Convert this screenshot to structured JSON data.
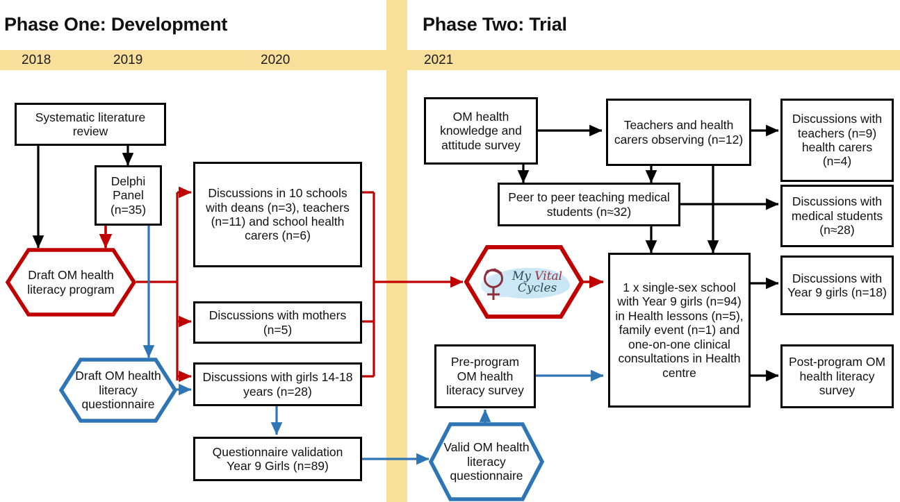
{
  "figure": {
    "type": "flowchart",
    "title": "My Vital Cycles program development and trial flow"
  },
  "colors": {
    "band": "#F9E09A",
    "red": "#C00000",
    "blue": "#2E75B6",
    "black": "#000000",
    "logo_blue": "#BEE2F2",
    "logo_maroon": "#9B2F3B"
  },
  "phases": [
    {
      "id": "phase-one",
      "title": "Phase One: Development",
      "years": [
        "2018",
        "2019",
        "2020"
      ]
    },
    {
      "id": "phase-two",
      "title": "Phase Two: Trial",
      "years": [
        "2021"
      ]
    }
  ],
  "years": {
    "y2018": "2018",
    "y2019": "2019",
    "y2020": "2020",
    "y2021": "2021"
  },
  "logo": {
    "name": "my-vital-cycles-logo",
    "line1_a": "My ",
    "line1_b": "Vital",
    "line2": "Cycles"
  },
  "nodes": {
    "sys_review": {
      "label": "Systematic literature review"
    },
    "delphi": {
      "label": "Delphi Panel (n=35)"
    },
    "draft_prog": {
      "label": "Draft OM health literacy program"
    },
    "draft_quest": {
      "label": "Draft OM health literacy questionnaire"
    },
    "disc_schools": {
      "label": "Discussions in 10 schools with deans (n=3), teachers (n=11) and school health carers (n=6)"
    },
    "disc_mothers": {
      "label": "Discussions with mothers (n=5)"
    },
    "disc_girls": {
      "label": "Discussions with girls 14-18 years (n=28)"
    },
    "quest_valid": {
      "label": "Questionnaire validation Year 9 Girls (n=89)"
    },
    "valid_quest": {
      "label": "Valid OM health literacy questionnaire"
    },
    "om_survey": {
      "label": "OM health knowledge and attitude survey"
    },
    "teachers_obs": {
      "label": "Teachers and health carers observing (n=12)"
    },
    "peer_teach": {
      "label": "Peer to peer teaching medical students (n≈32)"
    },
    "school": {
      "label": "1 x single-sex school with Year 9 girls (n=94) in Health lessons (n=5), family event (n=1) and one-on-one clinical consultations in Health centre"
    },
    "disc_teachers": {
      "label": "Discussions with teachers (n=9) health carers (n=4)"
    },
    "disc_medstud": {
      "label": "Discussions with medical students (n≈28)"
    },
    "disc_year9": {
      "label": "Discussions with Year 9 girls (n=18)"
    },
    "pre_survey": {
      "label": "Pre-program OM health literacy survey"
    },
    "post_survey": {
      "label": "Post-program OM health literacy survey"
    }
  },
  "edges": [
    {
      "from": "sys_review",
      "to": "draft_prog",
      "color": "black"
    },
    {
      "from": "sys_review",
      "to": "delphi",
      "color": "black"
    },
    {
      "from": "delphi",
      "to": "draft_prog",
      "color": "red"
    },
    {
      "from": "delphi",
      "to": "draft_quest",
      "color": "blue"
    },
    {
      "from": "draft_prog",
      "to": "disc_schools",
      "color": "red"
    },
    {
      "from": "draft_prog",
      "to": "disc_mothers",
      "color": "red"
    },
    {
      "from": "draft_prog",
      "to": "disc_girls",
      "color": "red"
    },
    {
      "from": "draft_quest",
      "to": "disc_girls",
      "color": "blue"
    },
    {
      "from": "disc_schools",
      "to": "logo",
      "color": "red"
    },
    {
      "from": "disc_mothers",
      "to": "logo",
      "color": "red"
    },
    {
      "from": "disc_girls",
      "to": "logo",
      "color": "red"
    },
    {
      "from": "disc_girls",
      "to": "quest_valid",
      "color": "blue"
    },
    {
      "from": "quest_valid",
      "to": "valid_quest",
      "color": "blue"
    },
    {
      "from": "valid_quest",
      "to": "pre_survey",
      "color": "blue"
    },
    {
      "from": "logo",
      "to": "school",
      "color": "red"
    },
    {
      "from": "om_survey",
      "to": "teachers_obs",
      "color": "black"
    },
    {
      "from": "om_survey",
      "to": "peer_teach",
      "color": "black"
    },
    {
      "from": "teachers_obs",
      "to": "peer_teach",
      "color": "black"
    },
    {
      "from": "teachers_obs",
      "to": "disc_teachers",
      "color": "black"
    },
    {
      "from": "teachers_obs",
      "to": "school",
      "color": "black"
    },
    {
      "from": "peer_teach",
      "to": "disc_medstud",
      "color": "black"
    },
    {
      "from": "peer_teach",
      "to": "school",
      "color": "black"
    },
    {
      "from": "pre_survey",
      "to": "school",
      "color": "blue"
    },
    {
      "from": "school",
      "to": "disc_year9",
      "color": "black"
    },
    {
      "from": "school",
      "to": "post_survey",
      "color": "black"
    }
  ]
}
